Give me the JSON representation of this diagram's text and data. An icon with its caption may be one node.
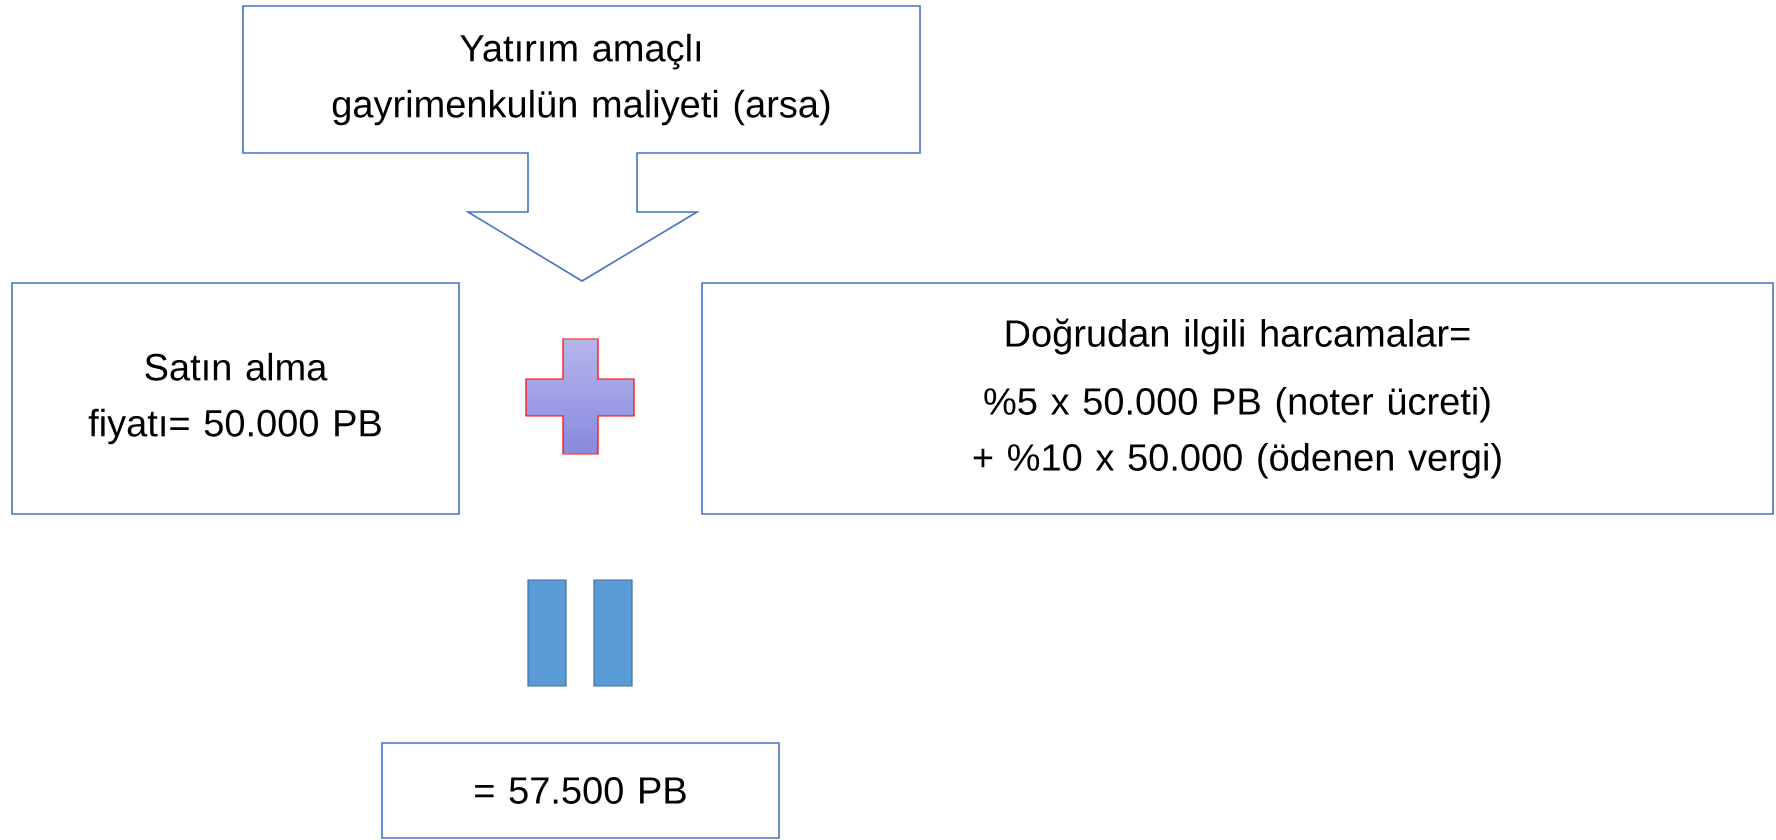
{
  "diagram": {
    "nodes": [
      {
        "text": [
          "Yatırım amaçlı gayrimenkulün maliyeti (arsa)"
        ]
      },
      {
        "text": [
          "Satın alma fiyatı= 50.000 PB"
        ]
      },
      {
        "text": [
          "Doğrudan ilgili harcamalar=",
          "%5 x 50.000 PB (noter ücreti) + %10 x 50.000 (ödenen vergi)"
        ]
      },
      {
        "text": [
          "= 57.500 PB"
        ]
      }
    ]
  }
}
